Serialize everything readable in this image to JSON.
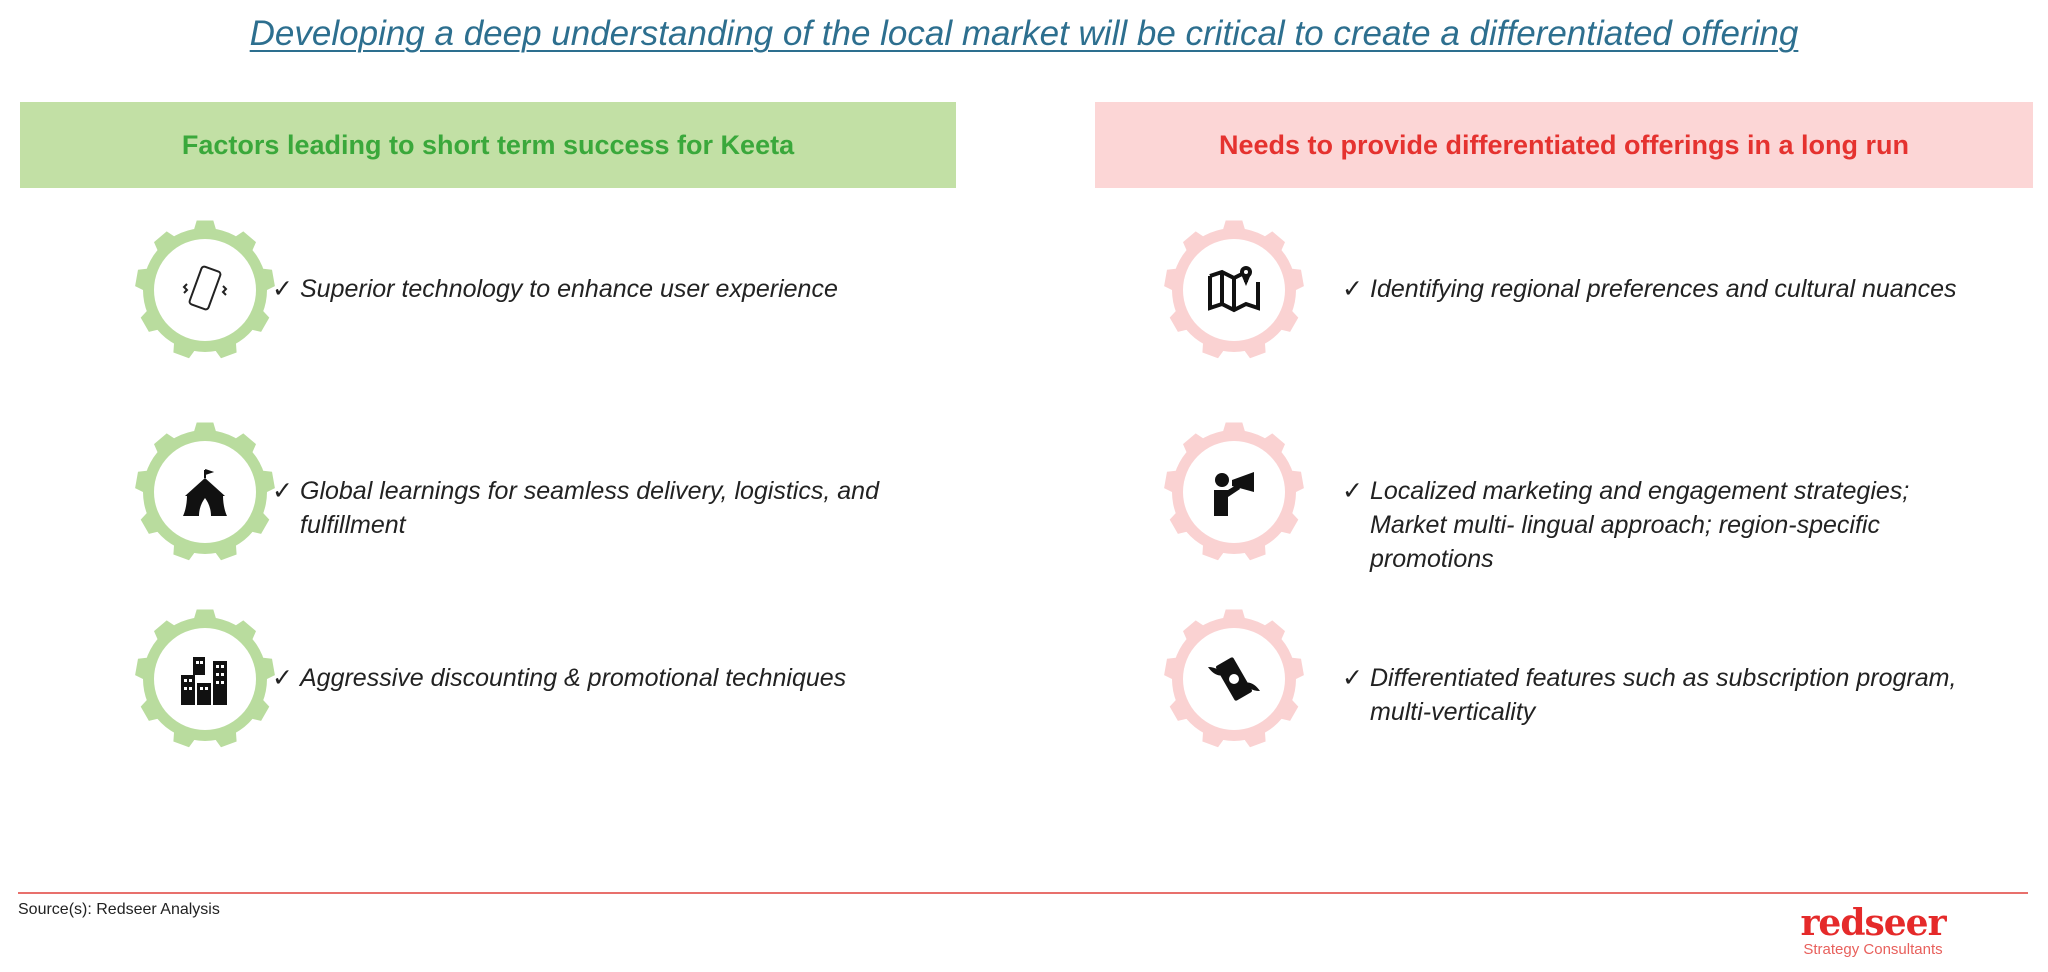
{
  "title": "Developing a deep understanding of the local market will be critical to create a differentiated offering",
  "colors": {
    "green_gear": "#b9dc9e",
    "pink_gear": "#fad2d2",
    "green_text": "#3aa83b",
    "red_text": "#e5322f"
  },
  "left": {
    "header": "Factors leading to short term success for Keeta",
    "items": [
      {
        "icon": "vibrating-phone-icon",
        "lines": [
          "Superior technology to enhance user experience"
        ]
      },
      {
        "icon": "circus-tent-icon",
        "lines": [
          "Global learnings for seamless delivery, logistics, and",
          "fulfillment"
        ]
      },
      {
        "icon": "buildings-icon",
        "lines": [
          "Aggressive discounting & promotional techniques"
        ]
      }
    ]
  },
  "right": {
    "header": "Needs to provide differentiated offerings in a long run",
    "items": [
      {
        "icon": "map-pin-icon",
        "lines": [
          "Identifying regional preferences and cultural nuances"
        ]
      },
      {
        "icon": "megaphone-person-icon",
        "lines": [
          "Localized marketing and engagement strategies;",
          "Market multi- lingual approach; region-specific",
          "promotions"
        ]
      },
      {
        "icon": "flying-money-icon",
        "lines": [
          "Differentiated features such as subscription program,",
          "multi-verticality"
        ]
      }
    ]
  },
  "check": "✓",
  "source": "Source(s): Redseer Analysis",
  "logo": {
    "word": "redseer",
    "sub": "Strategy Consultants"
  }
}
